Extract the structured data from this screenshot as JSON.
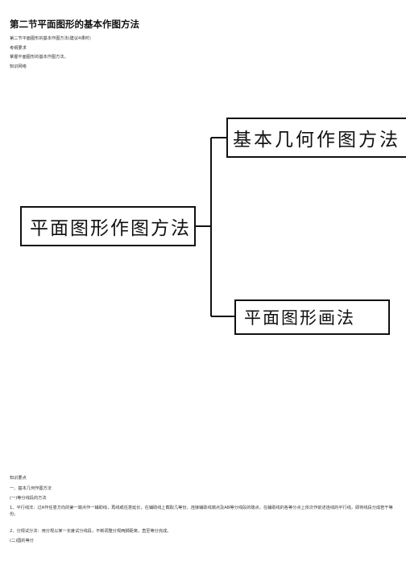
{
  "header": {
    "title": "第二节平面图形的基本作图方法",
    "subtitle": "第二节平面图形的基本作图方法(建议4课时)",
    "req_label": "考纲要求",
    "req_text": "掌握平面图形的基本作图方法。",
    "net_label": "知识网络"
  },
  "mindmap": {
    "root": "平面图形作图方法",
    "branch_top": "基本几何作图方法",
    "branch_bottom": "平面图形画法"
  },
  "notes": {
    "points_label": "知识要点",
    "section1": "一、基本几何作图方法",
    "sub1": "(一)等分线段的方法",
    "item1": "1、平行线法：过A作任意方向的第一端点作一辅助线，再线或任意延长，在辅助线上截取几等份，连接辅助线端点及AB等分线段的端点，在辅助线的各等分点上依次作前述连线的平行线，即将线段分成若干等份。",
    "item2": "2、分规试分法：用分规以某一长度试分线段，不断调整分规两脚距离，直至等分完成。",
    "sub2": "(二)圆的等分"
  }
}
